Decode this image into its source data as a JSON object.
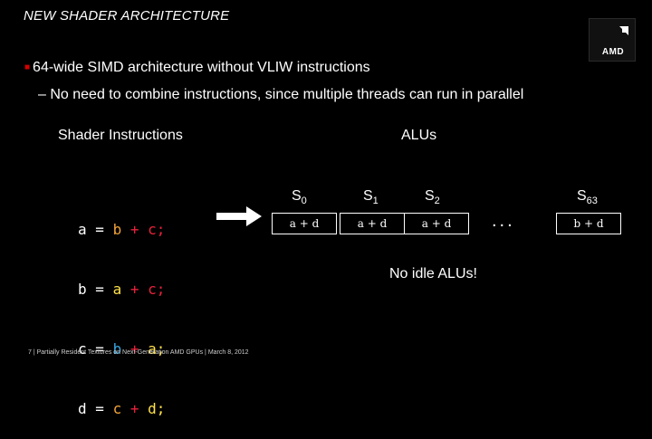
{
  "title": "NEW SHADER ARCHITECTURE",
  "logo_text": "AMD",
  "bullets": {
    "level1": "64-wide SIMD architecture without VLIW instructions",
    "level2": "– No need to combine instructions, since multiple threads can run in parallel"
  },
  "headers": {
    "shader_instructions": "Shader Instructions",
    "alus": "ALUs"
  },
  "code": {
    "lines": [
      [
        "a",
        "=",
        "b",
        "+",
        "c;"
      ],
      [
        "b",
        "=",
        "a",
        "+",
        "c;"
      ],
      [
        "c",
        "=",
        "b",
        "+",
        "a;"
      ],
      [
        "d",
        "=",
        "c",
        "+",
        "d;"
      ]
    ]
  },
  "alus": [
    {
      "label": "S",
      "sub": "0",
      "op": "a + d"
    },
    {
      "label": "S",
      "sub": "1",
      "op": "a + d"
    },
    {
      "label": "S",
      "sub": "2",
      "op": "a + d"
    },
    {
      "label": "S",
      "sub": "63",
      "op": "b + d"
    }
  ],
  "ellipsis": "...",
  "note": "No idle ALUs!",
  "footer": "7  |  Partially Resident Textures on Next-Generation AMD GPUs  |  March 8, 2012",
  "colors": {
    "background": "#000000",
    "accent_red": "#d40000",
    "var_red": "#e8223b",
    "var_orange": "#f2a33a",
    "var_blue": "#38a6e0",
    "var_yellow": "#ffe14a"
  }
}
